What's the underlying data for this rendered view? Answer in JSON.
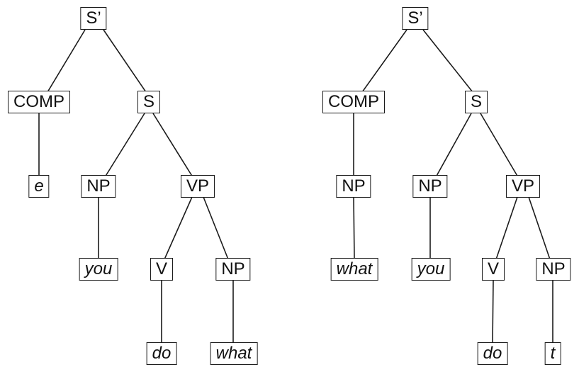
{
  "figure": {
    "kind": "phrase-structure-trees",
    "line_color": "#1b1b1b",
    "background_color": "#ffffff"
  },
  "trees": [
    {
      "position": "left",
      "structure": {
        "label": "S’",
        "children": [
          {
            "label": "COMP",
            "children": [
              {
                "label": "e",
                "terminal": true
              }
            ]
          },
          {
            "label": "S",
            "children": [
              {
                "label": "NP",
                "children": [
                  {
                    "label": "you",
                    "terminal": true
                  }
                ]
              },
              {
                "label": "VP",
                "children": [
                  {
                    "label": "V",
                    "children": [
                      {
                        "label": "do",
                        "terminal": true
                      }
                    ]
                  },
                  {
                    "label": "NP",
                    "children": [
                      {
                        "label": "what",
                        "terminal": true
                      }
                    ]
                  }
                ]
              }
            ]
          }
        ]
      }
    },
    {
      "position": "right",
      "structure": {
        "label": "S’",
        "children": [
          {
            "label": "COMP",
            "children": [
              {
                "label": "NP",
                "children": [
                  {
                    "label": "what",
                    "terminal": true
                  }
                ]
              }
            ]
          },
          {
            "label": "S",
            "children": [
              {
                "label": "NP",
                "children": [
                  {
                    "label": "you",
                    "terminal": true
                  }
                ]
              },
              {
                "label": "VP",
                "children": [
                  {
                    "label": "V",
                    "children": [
                      {
                        "label": "do",
                        "terminal": true
                      }
                    ]
                  },
                  {
                    "label": "NP",
                    "children": [
                      {
                        "label": "t",
                        "terminal": true
                      }
                    ]
                  }
                ]
              }
            ]
          }
        ]
      }
    }
  ]
}
